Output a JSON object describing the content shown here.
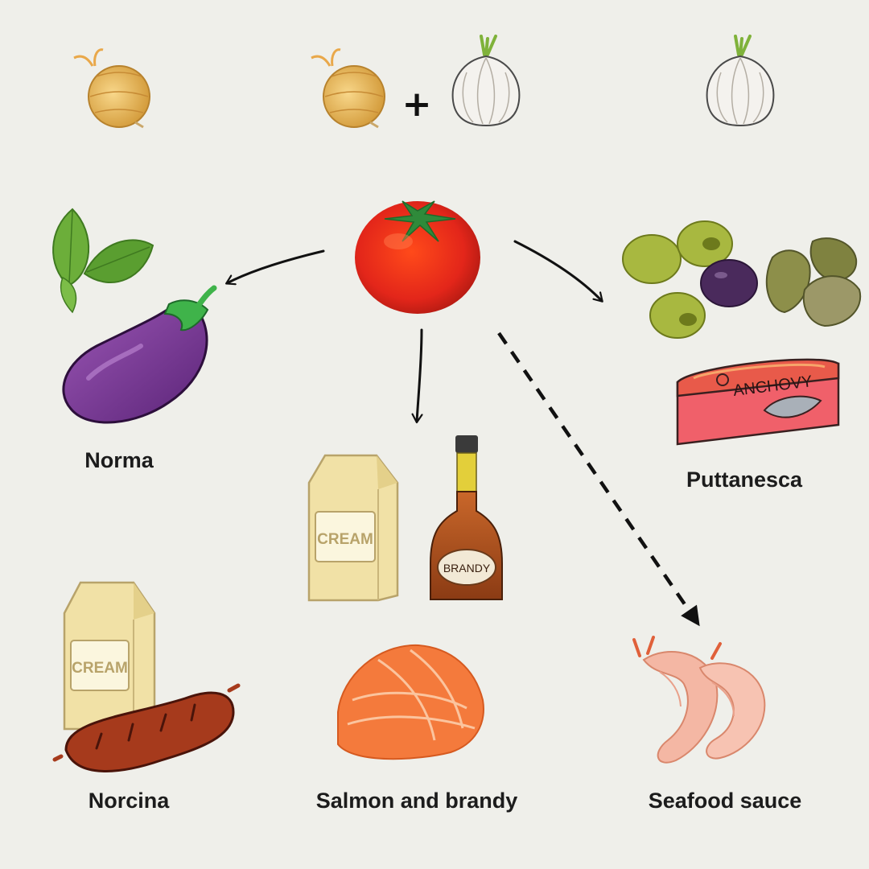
{
  "labels": {
    "norma": "Norma",
    "puttanesca": "Puttanesca",
    "norcina": "Norcina",
    "salmon": "Salmon and brandy",
    "seafood": "Seafood sauce"
  },
  "operator": "+",
  "packaging": {
    "cream": "CREAM",
    "brandy": "BRANDY",
    "anchovy": "ANCHOVY"
  },
  "icons": [
    "onion-icon",
    "garlic-icon",
    "tomato-icon",
    "basil-icon",
    "eggplant-icon",
    "green-olive-icon",
    "black-olive-icon",
    "caper-icon",
    "anchovy-tin-icon",
    "cream-carton-icon",
    "brandy-bottle-icon",
    "sausage-icon",
    "salmon-icon",
    "shrimp-icon"
  ],
  "colors": {
    "background": "#efefea",
    "arrow": "#111111",
    "tomato": "#e23b1c",
    "eggplant": "#6a2e86",
    "salmon": "#f47a3c",
    "anchovy_tin": "#f0606a"
  }
}
